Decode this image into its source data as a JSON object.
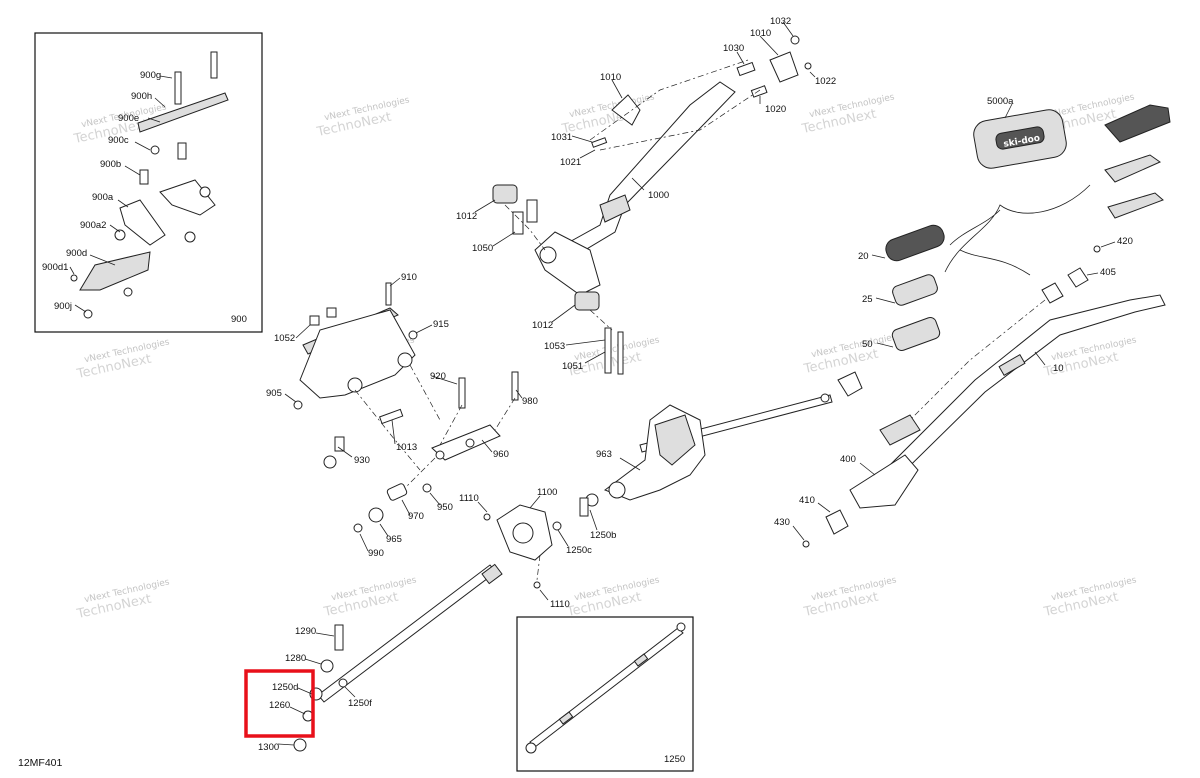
{
  "diagram": {
    "code": "12MF401",
    "watermark_line1": "vNext Technologies",
    "watermark_line2": "TechnoNext",
    "inset_labels": {
      "inset_900": "900",
      "inset_1250": "1250"
    },
    "callouts": {
      "c900g": "900g",
      "c900h": "900h",
      "c900e": "900e",
      "c900c": "900c",
      "c900b": "900b",
      "c900a": "900a",
      "c900a2": "900a2",
      "c900d": "900d",
      "c900d1": "900d1",
      "c900j": "900j",
      "c1032": "1032",
      "c1010a": "1010",
      "c1030": "1030",
      "c1022": "1022",
      "c1010b": "1010",
      "c1020": "1020",
      "c1031": "1031",
      "c1021": "1021",
      "c1000": "1000",
      "c1012a": "1012",
      "c1050": "1050",
      "c1012b": "1012",
      "c1053": "1053",
      "c1051": "1051",
      "c910": "910",
      "c915": "915",
      "c1052": "1052",
      "c905": "905",
      "c920": "920",
      "c980": "980",
      "c1013": "1013",
      "c930": "930",
      "c960": "960",
      "c970": "970",
      "c950": "950",
      "c965": "965",
      "c990": "990",
      "c963": "963",
      "c1110a": "1110",
      "c1100": "1100",
      "c1250b": "1250b",
      "c1250c": "1250c",
      "c1110b": "1110",
      "c1290": "1290",
      "c1280": "1280",
      "c1250d": "1250d",
      "c1260": "1260",
      "c1250f": "1250f",
      "c1300": "1300",
      "c5000a": "5000a",
      "c20": "20",
      "c25": "25",
      "c50": "50",
      "c420": "420",
      "c405": "405",
      "c10": "10",
      "c400": "400",
      "c410": "410",
      "c430": "430"
    },
    "brand_text": "ski-doo",
    "highlight_color": "#e8101a"
  }
}
